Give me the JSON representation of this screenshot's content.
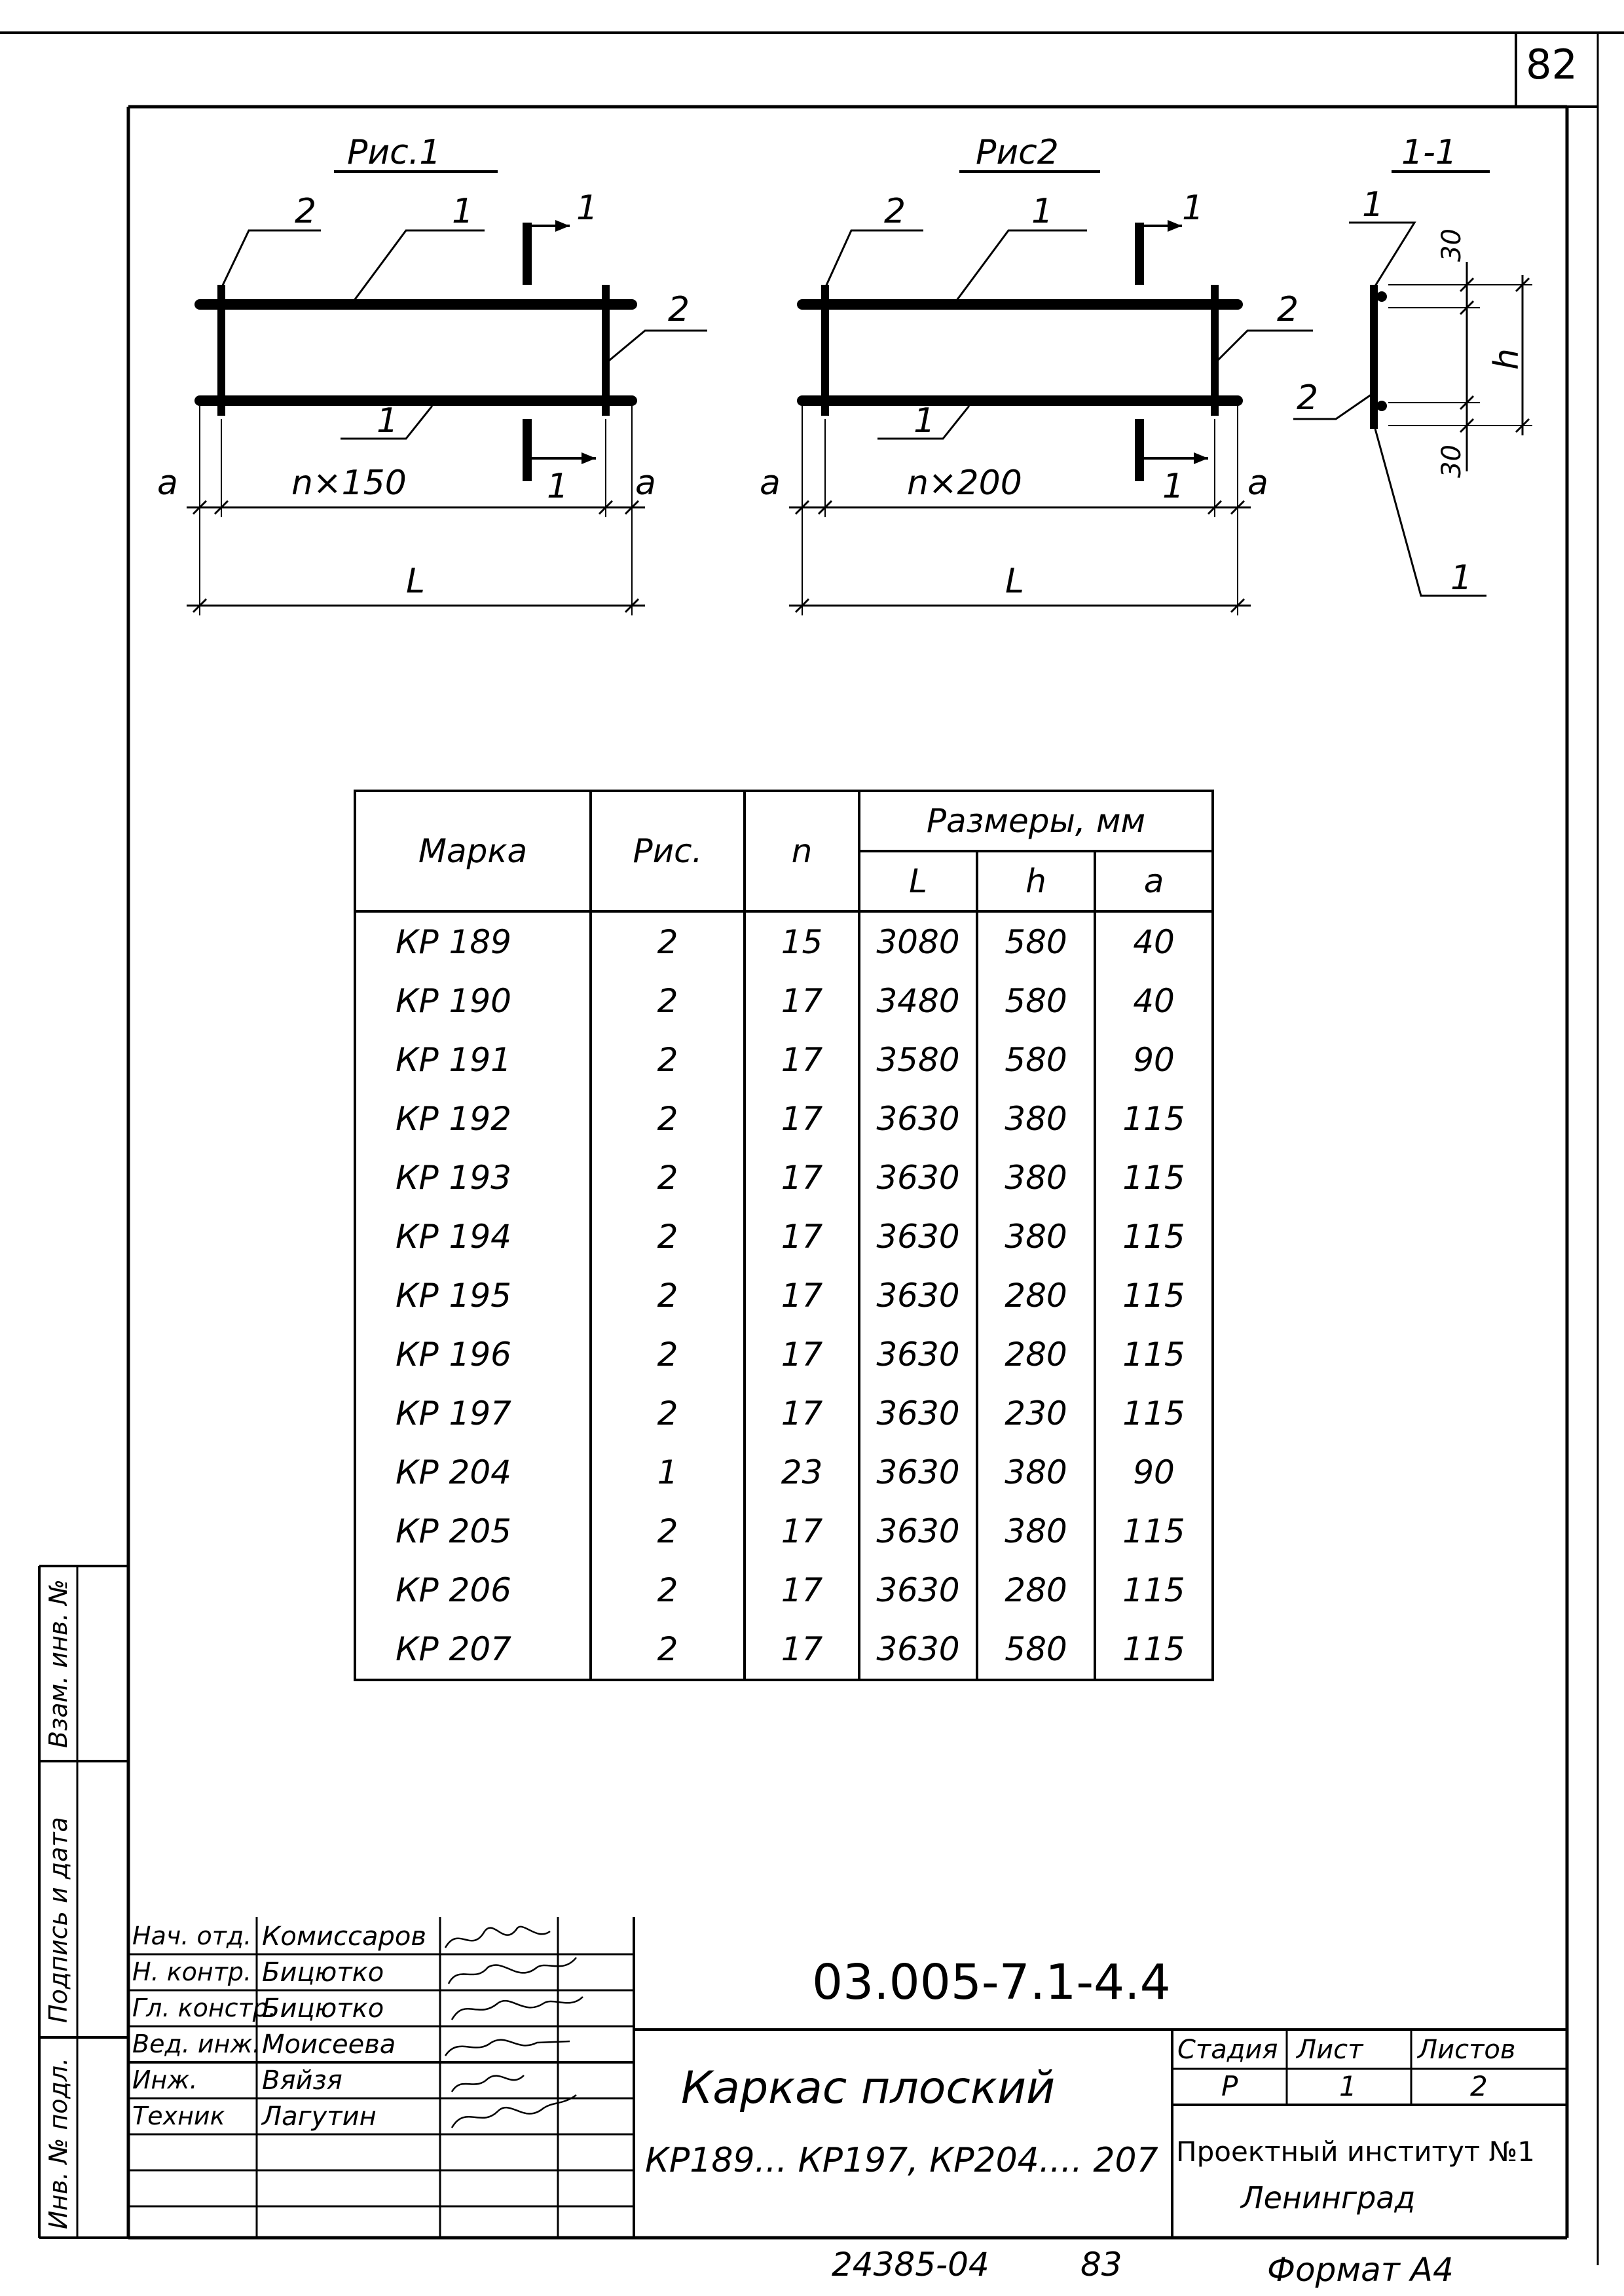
{
  "sheet_number": "82",
  "figures": {
    "fig1": {
      "title": "Рис.1",
      "callouts": {
        "pos1_top": "1",
        "pos2_left": "2",
        "pos2_right": "2",
        "pos1_bottom": "1",
        "section_top": "1",
        "section_bottom": "1"
      },
      "dim_a_left": "a",
      "dim_n": "n×150",
      "dim_a_right": "a",
      "dim_L": "L"
    },
    "fig2": {
      "title": "Рис2",
      "callouts": {
        "pos1_top": "1",
        "pos2_left": "2",
        "pos2_right": "2",
        "pos1_bottom": "1",
        "section_top": "1",
        "section_bottom": "1"
      },
      "dim_a_left": "a",
      "dim_n": "n×200",
      "dim_a_right": "a",
      "dim_L": "L"
    },
    "section": {
      "title": "1-1",
      "callouts": {
        "top": "1",
        "left": "2",
        "bottom": "1"
      },
      "dim_top": "30",
      "dim_h": "h",
      "dim_bottom": "30"
    }
  },
  "table": {
    "headers": {
      "mark": "Марка",
      "fig": "Рис.",
      "n": "n",
      "sizes": "Размеры, мм",
      "L": "L",
      "h": "h",
      "a": "a"
    },
    "rows": [
      {
        "mark": "КР 189",
        "fig": "2",
        "n": "15",
        "L": "3080",
        "h": "580",
        "a": "40"
      },
      {
        "mark": "КР 190",
        "fig": "2",
        "n": "17",
        "L": "3480",
        "h": "580",
        "a": "40"
      },
      {
        "mark": "КР 191",
        "fig": "2",
        "n": "17",
        "L": "3580",
        "h": "580",
        "a": "90"
      },
      {
        "mark": "КР 192",
        "fig": "2",
        "n": "17",
        "L": "3630",
        "h": "380",
        "a": "115"
      },
      {
        "mark": "КР 193",
        "fig": "2",
        "n": "17",
        "L": "3630",
        "h": "380",
        "a": "115"
      },
      {
        "mark": "КР 194",
        "fig": "2",
        "n": "17",
        "L": "3630",
        "h": "380",
        "a": "115"
      },
      {
        "mark": "КР 195",
        "fig": "2",
        "n": "17",
        "L": "3630",
        "h": "280",
        "a": "115"
      },
      {
        "mark": "КР 196",
        "fig": "2",
        "n": "17",
        "L": "3630",
        "h": "280",
        "a": "115"
      },
      {
        "mark": "КР 197",
        "fig": "2",
        "n": "17",
        "L": "3630",
        "h": "230",
        "a": "115"
      },
      {
        "mark": "КР 204",
        "fig": "1",
        "n": "23",
        "L": "3630",
        "h": "380",
        "a": "90"
      },
      {
        "mark": "КР 205",
        "fig": "2",
        "n": "17",
        "L": "3630",
        "h": "380",
        "a": "115"
      },
      {
        "mark": "КР 206",
        "fig": "2",
        "n": "17",
        "L": "3630",
        "h": "280",
        "a": "115"
      },
      {
        "mark": "КР 207",
        "fig": "2",
        "n": "17",
        "L": "3630",
        "h": "580",
        "a": "115"
      }
    ]
  },
  "side_stamp": {
    "replaced_inv": "Взам. инв. №",
    "sign_date": "Подпись и дата",
    "inv_orig": "Инв. № подл."
  },
  "title_block": {
    "staff": [
      {
        "role": "Нач. отд.",
        "name": "Комиссаров"
      },
      {
        "role": "Н. контр.",
        "name": "Бицютко"
      },
      {
        "role": "Гл. констр.",
        "name": "Бицютко"
      },
      {
        "role": "Вед. инж.",
        "name": "Моисеева"
      },
      {
        "role": "Инж.",
        "name": "Вяйзя"
      },
      {
        "role": "Техник",
        "name": "Лагутин"
      }
    ],
    "doc_code": "03.005-7.1-4.4",
    "doc_title_line1": "Каркас плоский",
    "doc_title_line2": "КР189... КР197, КР204.... 207",
    "stage_label": "Стадия",
    "stage": "Р",
    "sheet_label": "Лист",
    "sheet": "1",
    "sheets_label": "Листов",
    "sheets": "2",
    "org_line1": "Проектный институт №1",
    "org_line2": "Ленинград"
  },
  "footer": {
    "archive_no": "24385-04",
    "archive_page": "83",
    "format": "Формат А4"
  }
}
